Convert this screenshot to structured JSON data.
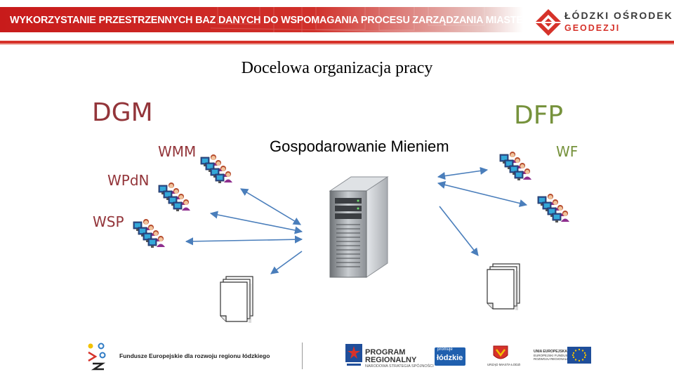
{
  "header": {
    "banner_title": "WYKORZYSTANIE PRZESTRZENNYCH BAZ DANYCH DO WSPOMAGANIA PROCESU ZARZĄDZANIA MIASTEM",
    "logo_line1": "ŁÓDZKI OŚRODEK",
    "logo_line2": "GEODEZJI",
    "accent_color": "#d6322a"
  },
  "slide": {
    "title": "Docelowa organizacja pracy",
    "center_label": "Gospodarowanie Mieniem"
  },
  "left_group": {
    "name": "DGM",
    "units": [
      "WMM",
      "WPdN",
      "WSP"
    ],
    "color": "#93353a"
  },
  "right_group": {
    "name": "DFP",
    "units": [
      "WF"
    ],
    "color": "#76923c"
  },
  "icons": {
    "server": "server-tower-icon",
    "users": "users-at-computers-icon",
    "documents": "document-stack-icon",
    "arrows": "double-headed-arrow"
  },
  "footer": {
    "eu_funds_text": "Fundusze Europejskie dla rozwoju regionu łódzkiego",
    "program_line1": "PROGRAM",
    "program_line2": "REGIONALNY",
    "program_line3": "NARODOWA STRATEGIA SPÓJNOŚCI",
    "promotion_line1": "promuje",
    "promotion_line2": "łódzkie",
    "city_hall": "URZĄD MIASTA ŁODZI",
    "eu_line1": "UNIA EUROPEJSKA",
    "eu_line2": "EUROPEJSKI FUNDUSZ",
    "eu_line3": "ROZWOJU REGIONALNEGO"
  }
}
